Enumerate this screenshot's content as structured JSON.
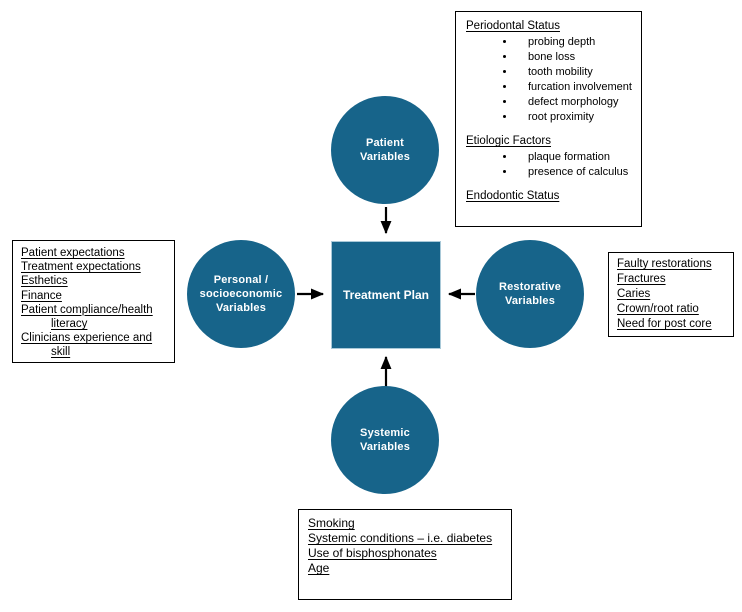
{
  "colors": {
    "node_fill": "#17648A",
    "node_text": "#ffffff",
    "arrow": "#000000",
    "box_border": "#000000"
  },
  "nodes": {
    "center": {
      "label": "Treatment Plan"
    },
    "top": {
      "lines": [
        "Patient",
        "Variables"
      ]
    },
    "left": {
      "lines": [
        "Personal /",
        "socioeconomic",
        "Variables"
      ]
    },
    "right": {
      "lines": [
        "Restorative",
        "Variables"
      ]
    },
    "bottom": {
      "lines": [
        "Systemic",
        "Variables"
      ]
    }
  },
  "boxes": {
    "periodontal": {
      "sections": [
        {
          "heading": "Periodontal Status",
          "items": [
            "probing depth",
            "bone loss",
            "tooth mobility",
            "furcation involvement",
            "defect morphology",
            "root proximity"
          ]
        },
        {
          "heading": "Etiologic Factors",
          "items": [
            "plaque formation",
            "presence of calculus"
          ]
        },
        {
          "heading": "Endodontic Status",
          "items": []
        }
      ]
    },
    "personal": {
      "items": [
        "Patient expectations",
        "Treatment expectations",
        "Esthetics",
        "Finance",
        "Patient compliance/health literacy",
        "Clinicians experience and skill"
      ]
    },
    "restorative": {
      "items": [
        "Faulty restorations",
        "Fractures",
        "Caries",
        "Crown/root ratio",
        "Need for post core"
      ]
    },
    "systemic": {
      "items": [
        "Smoking",
        "Systemic conditions – i.e. diabetes",
        "Use of bisphosphonates",
        "Age"
      ]
    }
  }
}
